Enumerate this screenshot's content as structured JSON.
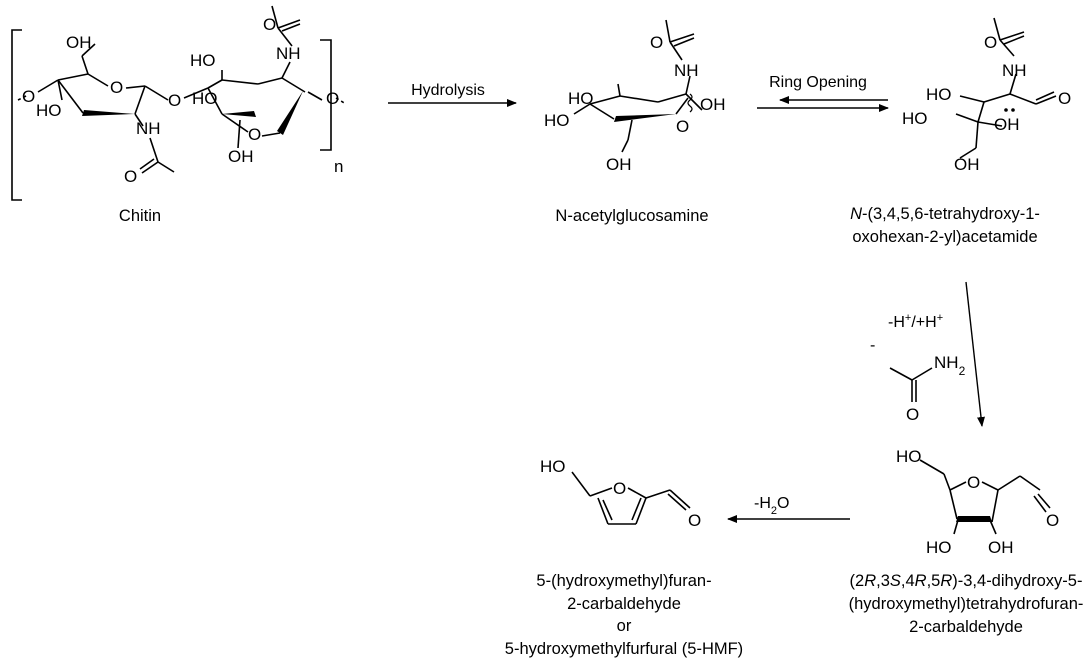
{
  "atoms": {
    "OH": "OH",
    "HO": "HO",
    "O": "O",
    "NH": "NH",
    "NH2_base": "NH",
    "NH2_sub": "2",
    "H": "H",
    "plus": "+",
    "minus": "-",
    "n": "n"
  },
  "reagents": {
    "hydrolysis": "Hydrolysis",
    "ring_opening": "Ring Opening",
    "water_loss": "-H",
    "water_loss_sub": "2",
    "water_loss_end": "O",
    "proton_line": "-H+/+H+"
  },
  "labels": {
    "chitin": "Chitin",
    "nag": "N-acetylglucosamine",
    "open_chain_line1_italic": "N",
    "open_chain_line1_rest": "-(3,4,5,6-tetrahydroxy-1-",
    "open_chain_line2": "oxohexan-2-yl)acetamide",
    "thf_line1_a": "(2",
    "thf_line1_R": "R",
    "thf_line1_b": ",3",
    "thf_line1_S": "S",
    "thf_line1_c": ",4",
    "thf_line1_R2": "R",
    "thf_line1_d": ",5",
    "thf_line1_R3": "R",
    "thf_line1_e": ")-3,4-dihydroxy-5-",
    "thf_line2": "(hydroxymethyl)tetrahydrofuran-",
    "thf_line3": "2-carbaldehyde",
    "hmf_line1": "5-(hydroxymethyl)furan-",
    "hmf_line2": "2-carbaldehyde",
    "hmf_line3": "or",
    "hmf_line4": "5-hydroxymethylfurfural (5-HMF)"
  }
}
